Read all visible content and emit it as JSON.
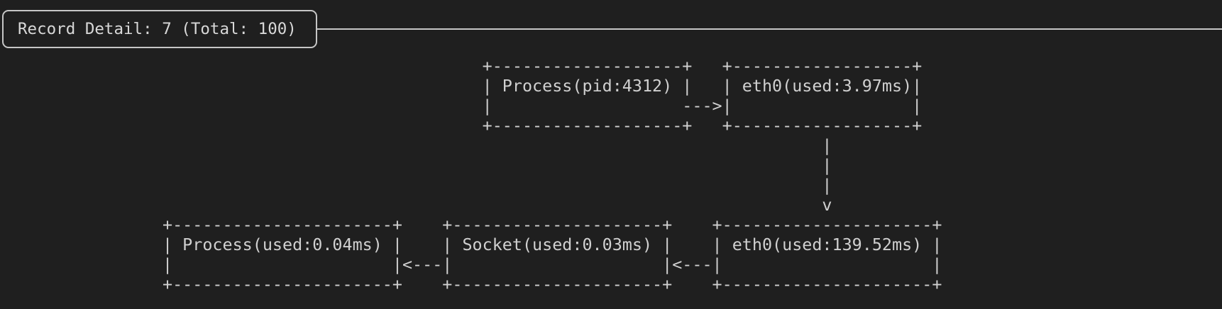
{
  "colors": {
    "background": "#1f1f1f",
    "foreground": "#d0d0d0",
    "border": "#c6c6c6"
  },
  "header": {
    "title": "Record Detail: 7 (Total: 100)",
    "record_index": "7",
    "record_total": "100"
  },
  "flow": {
    "nodes": [
      {
        "label": "Process(pid:4312)",
        "row": "top"
      },
      {
        "label": "eth0(used:3.97ms)",
        "row": "top"
      },
      {
        "label": "eth0(used:139.52ms)",
        "row": "bottom"
      },
      {
        "label": "Socket(used:0.03ms)",
        "row": "bottom"
      },
      {
        "label": "Process(used:0.04ms)",
        "row": "bottom"
      }
    ],
    "edges": [
      {
        "from": "Process(pid:4312)",
        "to": "eth0(used:3.97ms)",
        "arrow": "--->",
        "direction": "right"
      },
      {
        "from": "eth0(used:3.97ms)",
        "to": "eth0(used:139.52ms)",
        "arrow": "v",
        "direction": "down"
      },
      {
        "from": "eth0(used:139.52ms)",
        "to": "Socket(used:0.03ms)",
        "arrow": "<---",
        "direction": "left"
      },
      {
        "from": "Socket(used:0.03ms)",
        "to": "Process(used:0.04ms)",
        "arrow": "<---",
        "direction": "left"
      }
    ]
  },
  "diagram": {
    "lines": [
      "                                +-------------------+   +------------------+",
      "                                | Process(pid:4312) |   | eth0(used:3.97ms)|",
      "                                |                   --->|                  |",
      "                                +-------------------+   +------------------+",
      "                                                                  |",
      "                                                                  |",
      "                                                                  |",
      "                                                                  v",
      "+----------------------+    +---------------------+    +---------------------+",
      "| Process(used:0.04ms) |    | Socket(used:0.03ms) |    | eth0(used:139.52ms) |",
      "|                      |<---|                     |<---|                     |",
      "+----------------------+    +---------------------+    +---------------------+"
    ]
  }
}
